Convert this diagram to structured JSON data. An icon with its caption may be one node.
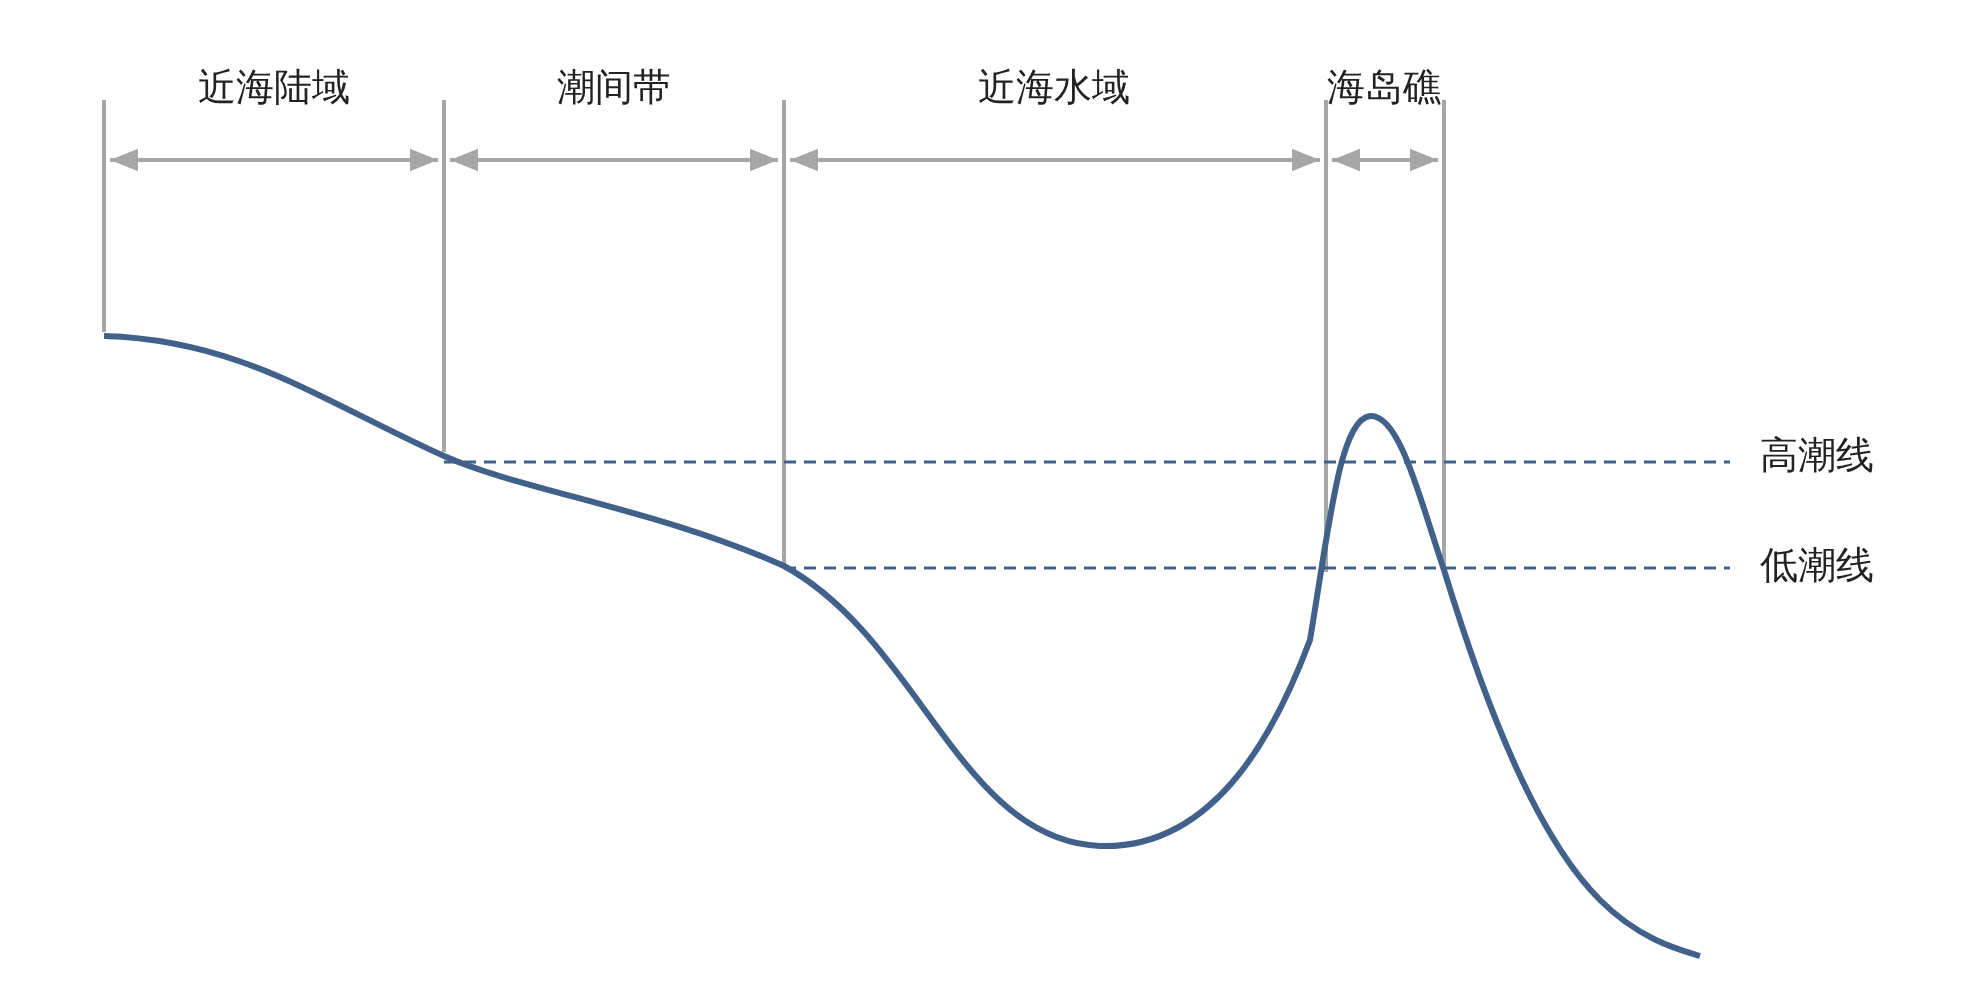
{
  "diagram": {
    "labels": [
      "近海陆域",
      "潮间带",
      "近海水域",
      "海岛礁",
      "高潮线",
      "低潮线"
    ]
  }
}
